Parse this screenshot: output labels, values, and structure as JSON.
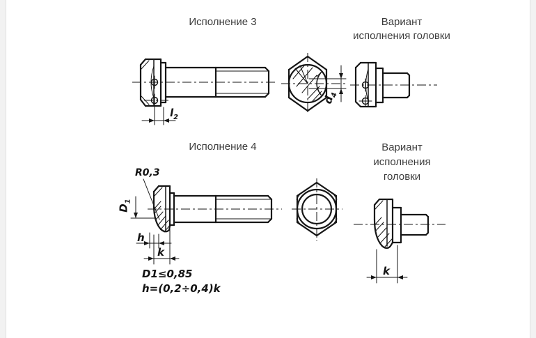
{
  "page": {
    "background": "#ffffff",
    "line_color": "#161616",
    "caption_color": "#3c3c3c"
  },
  "sections": {
    "top": {
      "caption_left": "Исполнение 3",
      "caption_right_lines": [
        "Вариант",
        "исполнения головки"
      ]
    },
    "bottom": {
      "caption_left": "Исполнение 4",
      "caption_right_lines": [
        "Вариант",
        "исполнения",
        "головки"
      ]
    }
  },
  "dimensions": {
    "l2": {
      "base": "l",
      "sub": "2"
    },
    "d4": {
      "base": "d",
      "sub": "4"
    },
    "D1": {
      "base": "D",
      "sub": "1"
    },
    "h": "h",
    "k_bolt": "k",
    "k_head": "k",
    "radius": "R0,3"
  },
  "notes": {
    "formula1": {
      "base": "D",
      "sub": "1",
      "rest": "≤0,85"
    },
    "formula2": "h=(0,2÷0,4)k"
  }
}
